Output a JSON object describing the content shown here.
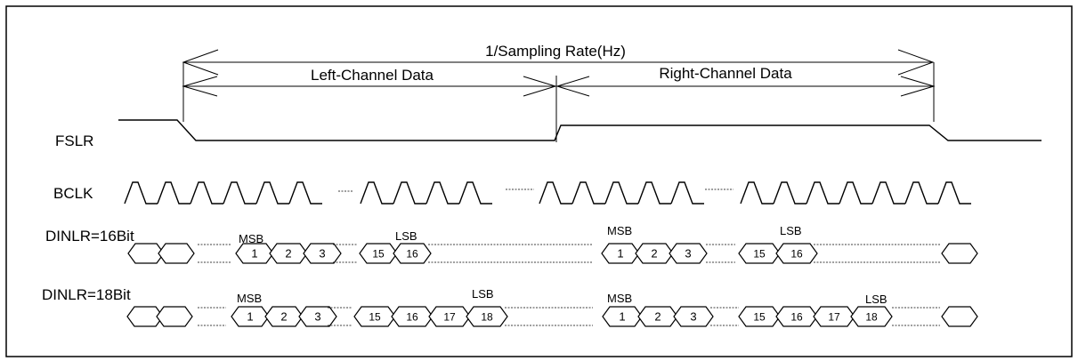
{
  "title": "1/Sampling Rate(Hz)",
  "left_channel": "Left-Channel Data",
  "right_channel": "Right-Channel Data",
  "signals": {
    "fslr": "FSLR",
    "bclk": "BCLK",
    "din16": "DINLR=16Bit",
    "din18": "DINLR=18Bit"
  },
  "markers": {
    "msb": "MSB",
    "lsb": "LSB"
  },
  "bits16": {
    "left_msb": [
      "1",
      "2",
      "3"
    ],
    "left_lsb": [
      "15",
      "16"
    ],
    "right_msb": [
      "1",
      "2",
      "3"
    ],
    "right_lsb": [
      "15",
      "16"
    ]
  },
  "bits18": {
    "left_msb": [
      "1",
      "2",
      "3"
    ],
    "left_lsb": [
      "15",
      "16",
      "17",
      "18"
    ],
    "right_msb": [
      "1",
      "2",
      "3"
    ],
    "right_lsb": [
      "15",
      "16",
      "17",
      "18"
    ]
  }
}
